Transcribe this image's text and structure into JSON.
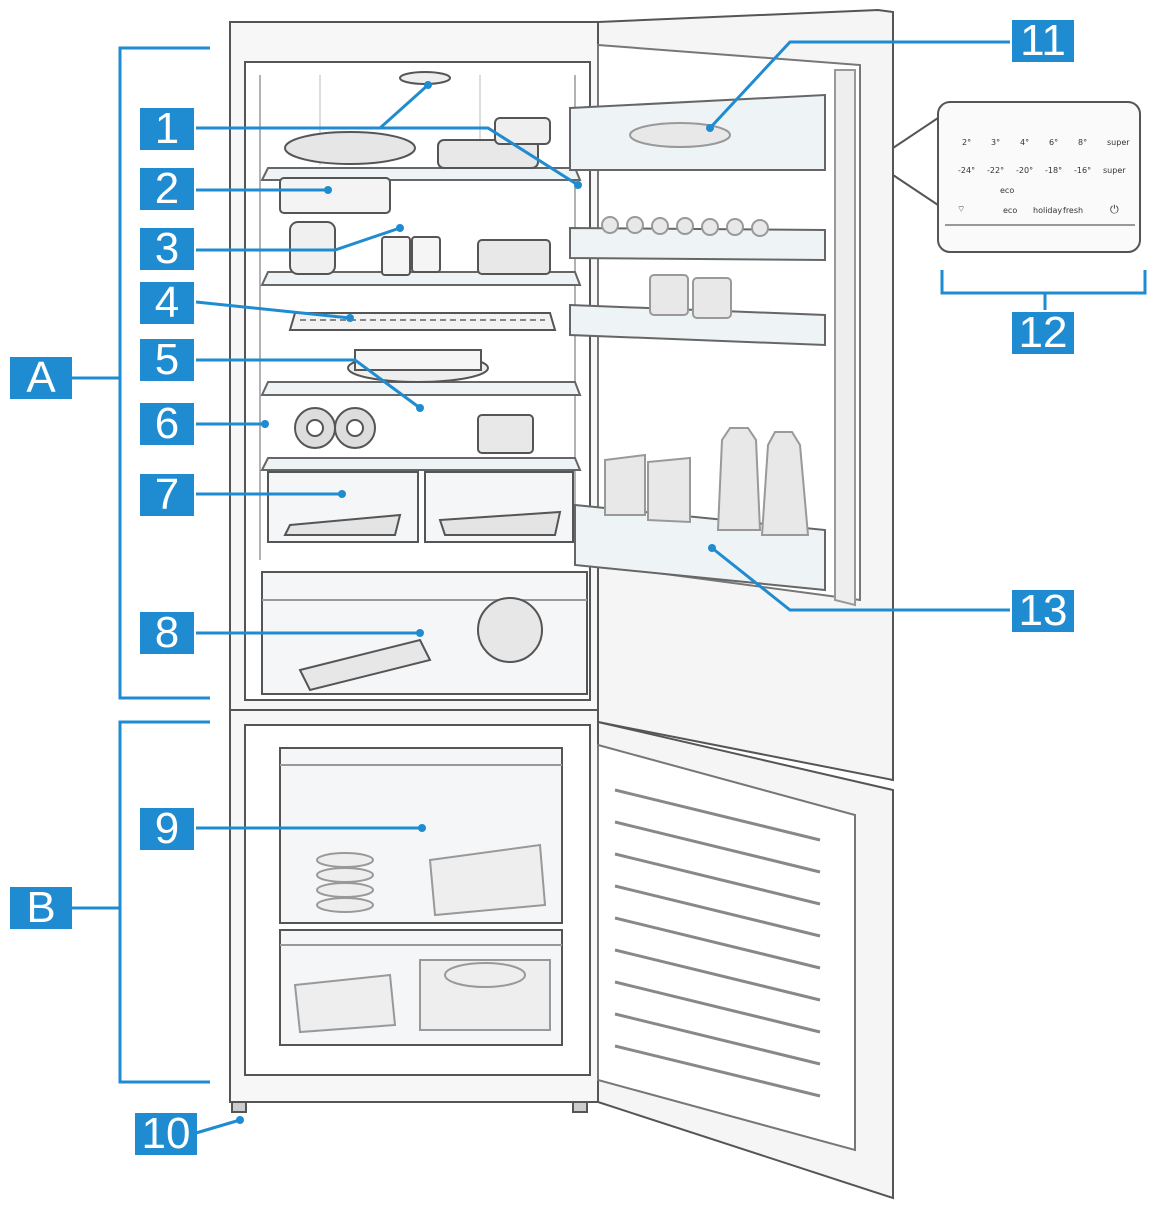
{
  "callouts": {
    "c1": "1",
    "c2": "2",
    "c3": "3",
    "c4": "4",
    "c5": "5",
    "c6": "6",
    "c7": "7",
    "c8": "8",
    "c9": "9",
    "c10": "10",
    "c11": "11",
    "c12": "12",
    "c13": "13",
    "zone_a": "A",
    "zone_b": "B"
  },
  "control_panel": {
    "fridge_temps": [
      "2°",
      "3°",
      "4°",
      "6°",
      "8°",
      "super"
    ],
    "freezer_temps": [
      "-24°",
      "-22°",
      "-20°",
      "-18°",
      "-16°",
      "super"
    ],
    "middle": "eco",
    "bottom_row": [
      "eco",
      "holiday",
      "fresh"
    ]
  },
  "accent_color": "#1f8bd0"
}
